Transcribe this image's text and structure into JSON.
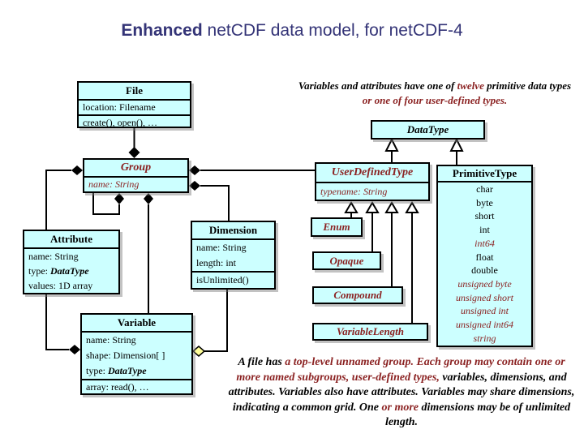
{
  "palette": {
    "accent_red": "#8B2222",
    "title_navy": "#343477",
    "box_fill": "#CCFFFF",
    "shared_diamond_fill": "#FFFF99"
  },
  "title": {
    "emphasis": "Enhanced",
    "rest": " netCDF data model, for netCDF-4"
  },
  "top_note": {
    "seg1": "Variables and attributes have one of ",
    "seg2": "twelve",
    "seg3": " primitive data types ",
    "seg4": "or one of four user-defined types."
  },
  "boxes": {
    "file": {
      "title": "File",
      "attr1": "location: Filename",
      "ops": "create(), open(), …"
    },
    "datatype": {
      "title": "DataType"
    },
    "group": {
      "title": "Group",
      "attr1": "name: String"
    },
    "user_defined_type": {
      "title": "UserDefinedType",
      "attr1": "typename: String"
    },
    "primitive_type": {
      "title": "PrimitiveType",
      "items": [
        {
          "text": "char",
          "new": false
        },
        {
          "text": "byte",
          "new": false
        },
        {
          "text": "short",
          "new": false
        },
        {
          "text": "int",
          "new": false
        },
        {
          "text": "int64",
          "new": true
        },
        {
          "text": "float",
          "new": false
        },
        {
          "text": "double",
          "new": false
        },
        {
          "text": "unsigned byte",
          "new": true
        },
        {
          "text": "unsigned short",
          "new": true
        },
        {
          "text": "unsigned int",
          "new": true
        },
        {
          "text": "unsigned int64",
          "new": true
        },
        {
          "text": "string",
          "new": true
        }
      ]
    },
    "enum": {
      "title": "Enum"
    },
    "opaque": {
      "title": "Opaque"
    },
    "compound": {
      "title": "Compound"
    },
    "variable_length": {
      "title": "VariableLength"
    },
    "attribute": {
      "title": "Attribute",
      "attr1": "name: String",
      "attr2_label": "type: ",
      "attr2_value": "DataType",
      "attr3": "values: 1D array"
    },
    "dimension": {
      "title": "Dimension",
      "attr1": "name: String",
      "attr2": "length: int",
      "ops": "isUnlimited()"
    },
    "variable": {
      "title": "Variable",
      "attr1": "name: String",
      "attr2": "shape: Dimension[ ]",
      "attr3_label": "type: ",
      "attr3_value": "DataType",
      "ops": "array: read(), …"
    }
  },
  "bottom_note": {
    "seg1": "A file has ",
    "seg2": "a top-level unnamed group.  Each group may contain one or more named subgroups, user-defined types, ",
    "seg3": "variables, dimensions, and attributes.  Variables also have attributes.  Variables may share dimensions, indicating a common grid.  One ",
    "seg4": "or more ",
    "seg5": "dimensions may be of unlimited length."
  }
}
